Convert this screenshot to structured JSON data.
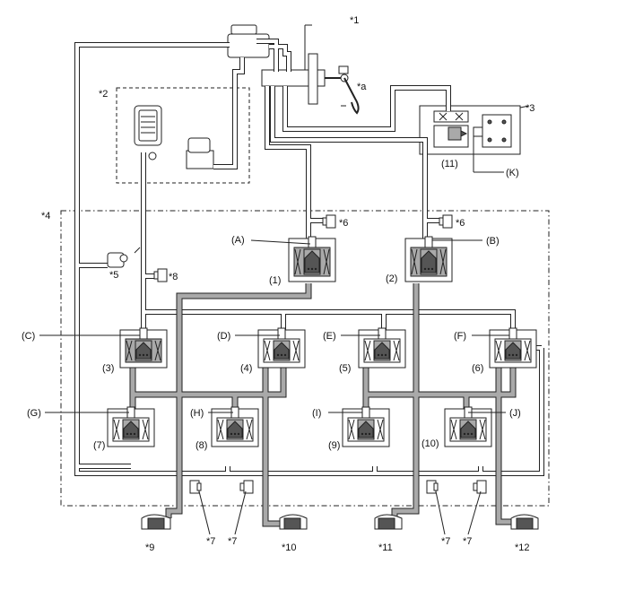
{
  "labels": {
    "n1": "*1",
    "n2": "*2",
    "n3": "*3",
    "n4": "*4",
    "n5": "*5",
    "n6a": "*6",
    "n6b": "*6",
    "n7a": "*7",
    "n7b": "*7",
    "n7c": "*7",
    "n7d": "*7",
    "n8": "*8",
    "n9": "*9",
    "n10": "*10",
    "n11": "*11",
    "n12": "*12",
    "na": "*a"
  },
  "valves": {
    "A": "(A)",
    "B": "(B)",
    "C": "(C)",
    "D": "(D)",
    "E": "(E)",
    "F": "(F)",
    "G": "(G)",
    "H": "(H)",
    "I": "(I)",
    "J": "(J)",
    "K": "(K)",
    "v1": "(1)",
    "v2": "(2)",
    "v3": "(3)",
    "v4": "(4)",
    "v5": "(5)",
    "v6": "(6)",
    "v7": "(7)",
    "v8": "(8)",
    "v9": "(9)",
    "v10": "(10)",
    "v11": "(11)"
  },
  "colors": {
    "line": "#222222",
    "pressure_fill": "#a9a9a9",
    "plunger": "#555555"
  }
}
